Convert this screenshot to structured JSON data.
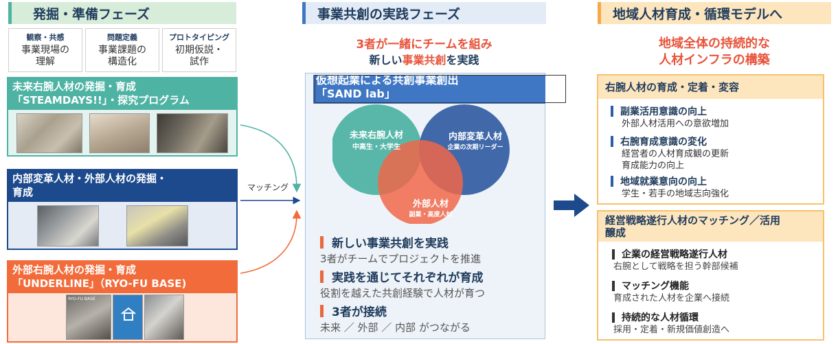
{
  "headers": {
    "left": "発掘・準備フェーズ",
    "middle": "事業共創の実践フェーズ",
    "right": "地域人材育成・循環モデルへ"
  },
  "stages": [
    {
      "title": "観察・共感",
      "body1": "事業現場の",
      "body2": "理解"
    },
    {
      "title": "問題定義",
      "body1": "事業課題の",
      "body2": "構造化"
    },
    {
      "title": "プロトタイピング",
      "body1": "初期仮説・",
      "body2": "試作"
    }
  ],
  "sections": {
    "future": {
      "line1": "未来右腕人材の発掘・育成",
      "line2": "「STEAMDAYS!!」・探究プログラム"
    },
    "internal": {
      "line1": "内部変革人材・外部人材の発掘・",
      "line2": "育成"
    },
    "external": {
      "line1": "外部右腕人材の発掘・育成",
      "line2": "「UNDERLINE」（RYO-FU BASE)"
    }
  },
  "photo_text": {
    "ryofu": "RYO-FU BASE"
  },
  "matching_label": "マッチング",
  "middle": {
    "tag1": "3者が一緒にチームを組み",
    "tag2_a": "新しい",
    "tag2_b": "事業共創",
    "tag2_c": "を実践",
    "sand_line1": "仮想起業による共創事業創出",
    "sand_line2": "「SAND lab」",
    "venn": {
      "future_title": "未来右腕人材",
      "future_sub": "中高生・大学生",
      "internal_title": "内部変革人材",
      "internal_sub": "企業の次期リーダー",
      "external_title": "外部人材",
      "external_sub": "副業・高度人材"
    },
    "points": [
      {
        "title": "新しい事業共創を実践",
        "sub": "3者がチームでプロジェクトを推進"
      },
      {
        "title": "実践を通じてそれぞれが育成",
        "sub": "役割を越えた共創経験で人材が育つ"
      },
      {
        "title": "3者が接続",
        "sub": "未来 ／ 外部 ／ 内部 がつながる"
      }
    ]
  },
  "right": {
    "tag1": "地域全体の持続的な",
    "tag2": "人材インフラの構築",
    "box1": {
      "head": "右腕人材の育成・定着・変容",
      "items": [
        {
          "title": "副業活用意識の向上",
          "subs": [
            "外部人材活用への意欲増加"
          ]
        },
        {
          "title": "右腕育成意識の変化",
          "subs": [
            "経営者の人材育成観の更新",
            "育成能力の向上"
          ]
        },
        {
          "title": "地域就業意向の向上",
          "subs": [
            "学生・若手の地域志向強化"
          ]
        }
      ]
    },
    "box2": {
      "head1": "経営戦略遂行人材のマッチング／活用",
      "head2": "醸成",
      "items": [
        {
          "title": "企業の経営戦略遂行人材",
          "sub": "右腕として戦略を担う幹部候補"
        },
        {
          "title": "マッチング機能",
          "sub": "育成された人材を企業へ接続"
        },
        {
          "title": "持続的な人材循環",
          "sub": "採用・定着・新規価値創造へ"
        }
      ]
    }
  },
  "colors": {
    "teal": "#4fb3a4",
    "navy": "#1c4a8c",
    "orange": "#f26b3a",
    "blue": "#3f77c4",
    "red_text": "#e8533a",
    "accent_arrow": "#1c4a8c"
  }
}
